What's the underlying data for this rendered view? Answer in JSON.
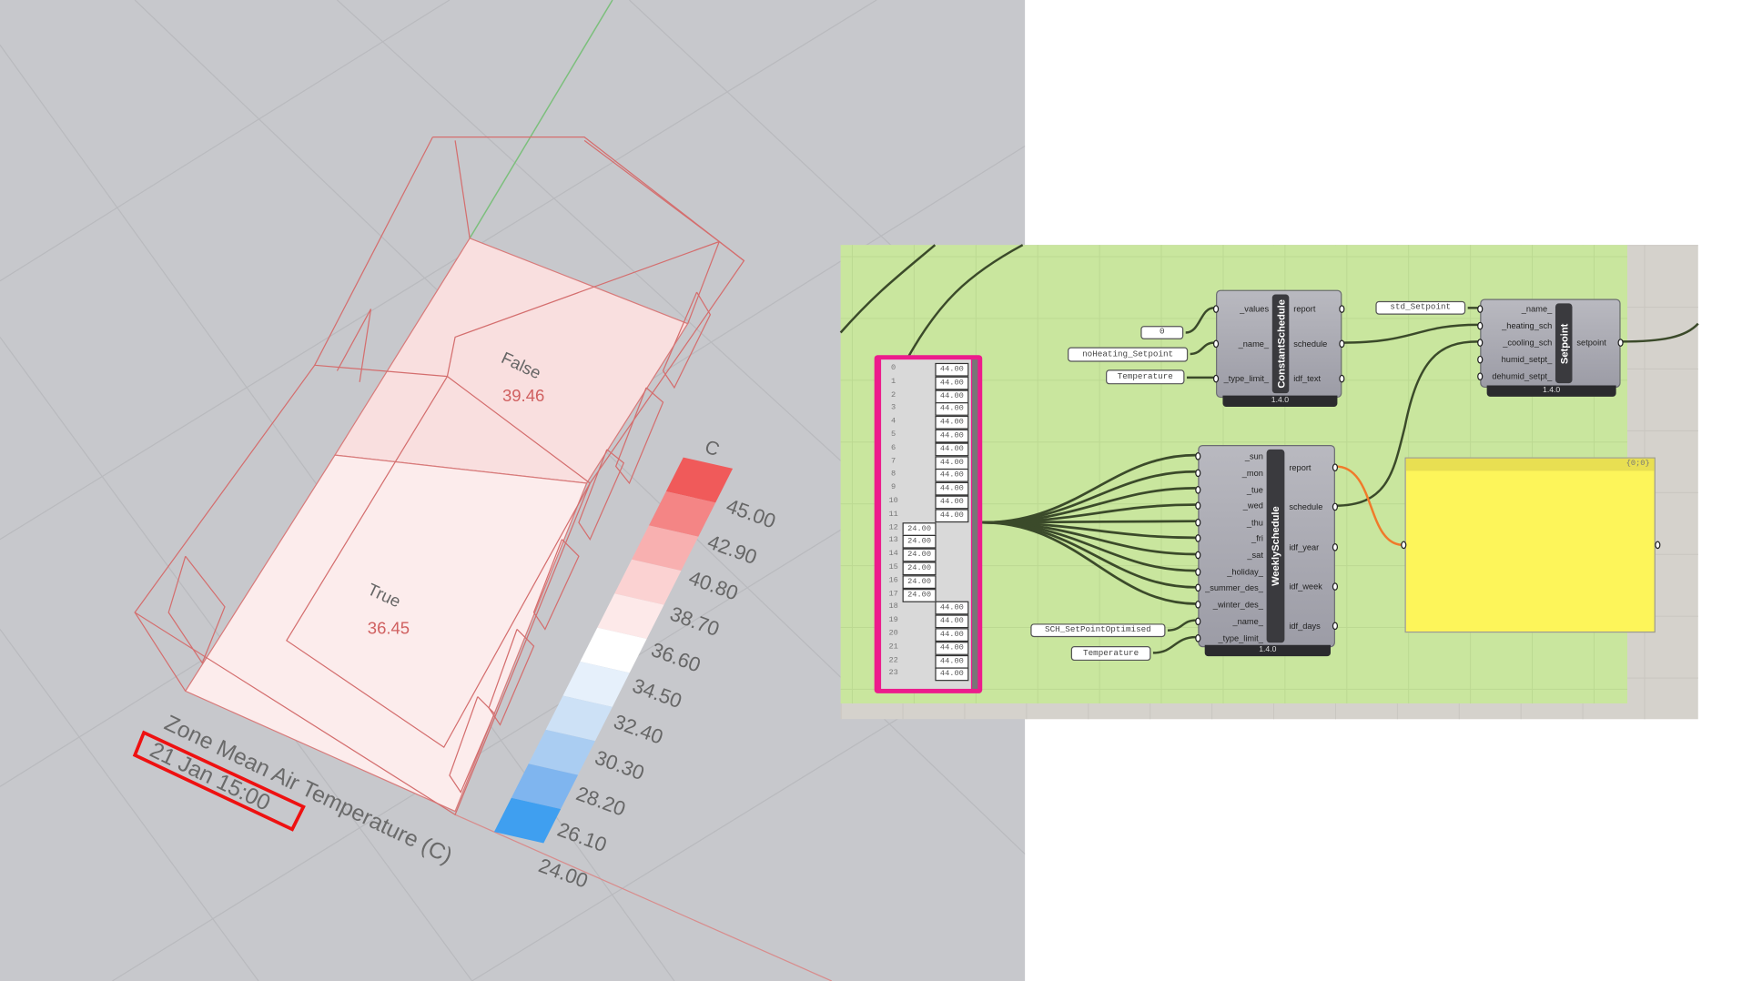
{
  "viewport": {
    "zones": [
      {
        "name": "False",
        "value": "39.46"
      },
      {
        "name": "True",
        "value": "36.45"
      }
    ],
    "legend": {
      "unit": "C",
      "labels": [
        "45.00",
        "42.90",
        "40.80",
        "38.70",
        "36.60",
        "34.50",
        "32.40",
        "30.30",
        "28.20",
        "26.10",
        "24.00"
      ],
      "colors": [
        "#f05a5a",
        "#f48585",
        "#f8b0b0",
        "#fbd2d2",
        "#fde9e9",
        "#ffffff",
        "#e6f0fb",
        "#cde1f6",
        "#aacdf2",
        "#7fb5ef",
        "#3f9ff0"
      ],
      "title": "Zone Mean Air Temperature (C)",
      "date": "21 Jan 15:00"
    }
  },
  "grasshopper": {
    "gene_list": {
      "indices": [
        "0",
        "1",
        "2",
        "3",
        "4",
        "5",
        "6",
        "7",
        "8",
        "9",
        "10",
        "11",
        "12",
        "13",
        "14",
        "15",
        "16",
        "17",
        "18",
        "19",
        "20",
        "21",
        "22",
        "23"
      ],
      "values": [
        "44.00",
        "44.00",
        "44.00",
        "44.00",
        "44.00",
        "44.00",
        "44.00",
        "44.00",
        "44.00",
        "44.00",
        "44.00",
        "44.00",
        "24.00",
        "24.00",
        "24.00",
        "24.00",
        "24.00",
        "24.00",
        "44.00",
        "44.00",
        "44.00",
        "44.00",
        "44.00",
        "44.00"
      ]
    },
    "panels": {
      "zero": "0",
      "noheating": "noHeating_Setpoint",
      "temperature1": "Temperature",
      "std_setpoint": "std_Setpoint",
      "sch_name": "SCH_SetPointOptimised",
      "temperature2": "Temperature"
    },
    "constant_schedule": {
      "title": "ConstantSchedule",
      "version": "1.4.0",
      "inputs": [
        "_values",
        "_name_",
        "_type_limit_"
      ],
      "outputs": [
        "report",
        "schedule",
        "idf_text"
      ]
    },
    "setpoint": {
      "title": "Setpoint",
      "version": "1.4.0",
      "inputs": [
        "_name_",
        "_heating_sch",
        "_cooling_sch",
        "humid_setpt_",
        "dehumid_setpt_"
      ],
      "outputs": [
        "setpoint"
      ]
    },
    "weekly_schedule": {
      "title": "WeeklySchedule",
      "version": "1.4.0",
      "inputs": [
        "_sun",
        "_mon",
        "_tue",
        "_wed",
        "_thu",
        "_fri",
        "_sat",
        "_holiday_",
        "_summer_des_",
        "_winter_des_",
        "_name_",
        "_type_limit_"
      ],
      "outputs": [
        "report",
        "schedule",
        "idf_year",
        "idf_week",
        "idf_days"
      ]
    },
    "yellow_panel": {
      "header": "{0;0}"
    }
  }
}
